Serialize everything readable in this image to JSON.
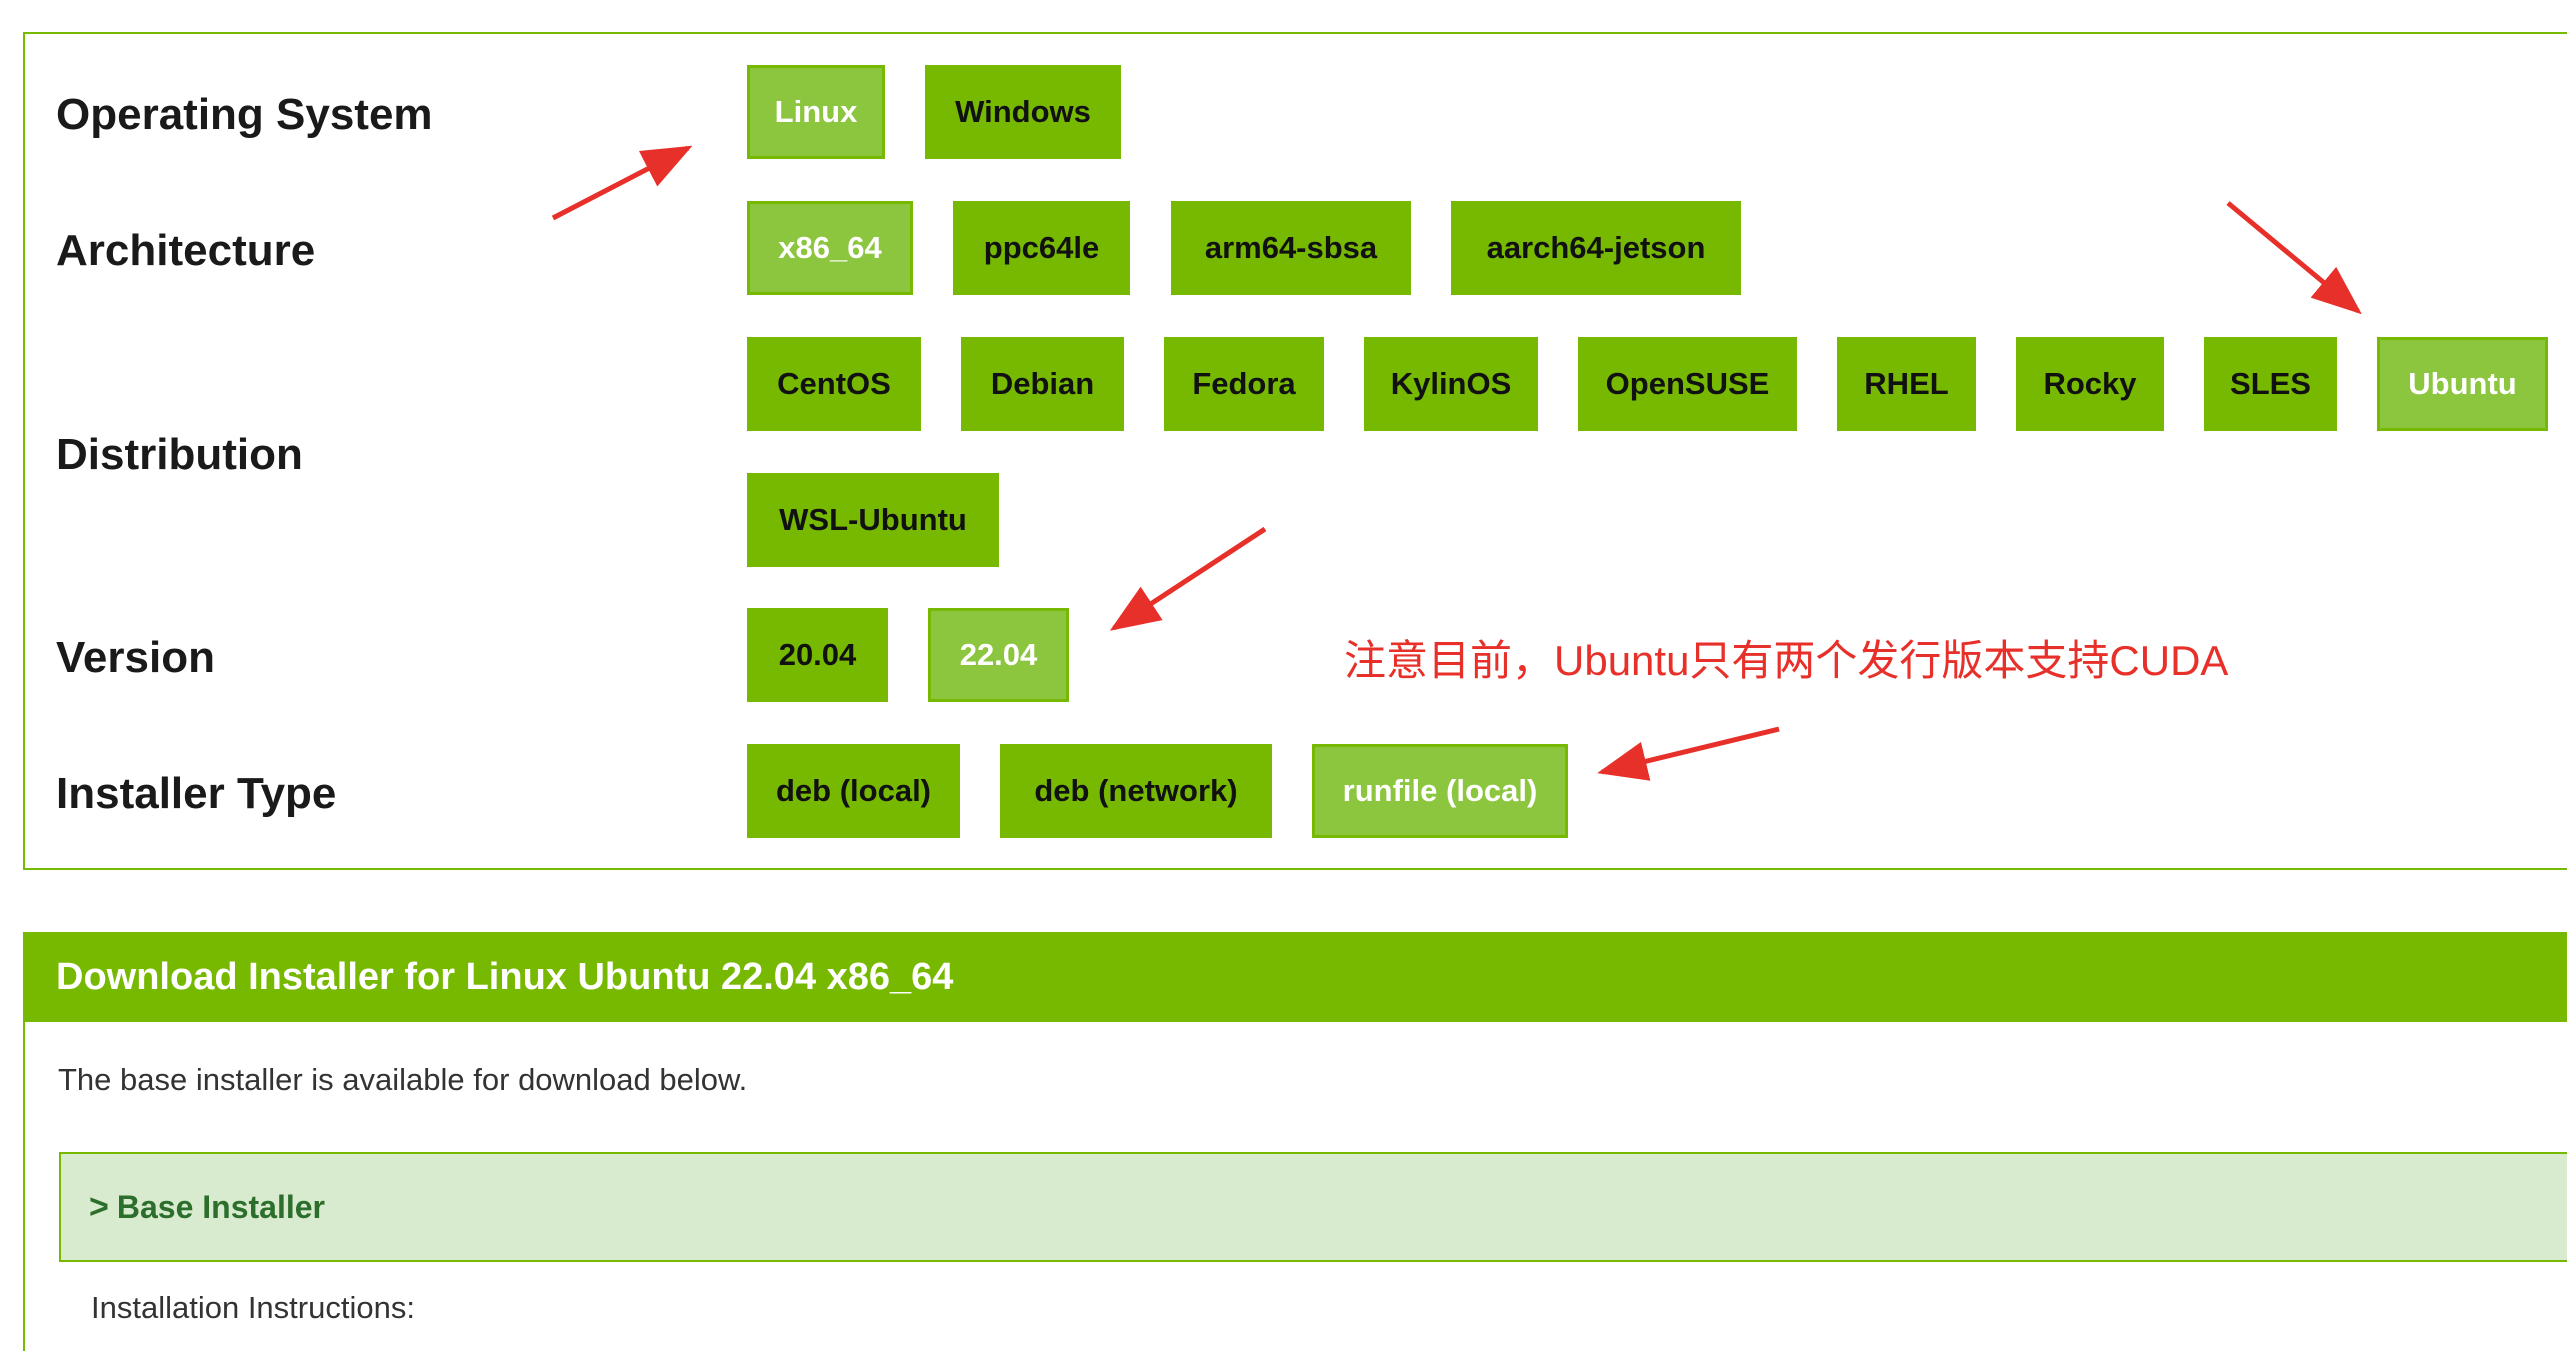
{
  "selector": {
    "os": {
      "label": "Operating System",
      "options": [
        "Linux",
        "Windows"
      ],
      "selected": "Linux"
    },
    "architecture": {
      "label": "Architecture",
      "options": [
        "x86_64",
        "ppc64le",
        "arm64-sbsa",
        "aarch64-jetson"
      ],
      "selected": "x86_64"
    },
    "distribution": {
      "label": "Distribution",
      "options": [
        "CentOS",
        "Debian",
        "Fedora",
        "KylinOS",
        "OpenSUSE",
        "RHEL",
        "Rocky",
        "SLES",
        "Ubuntu",
        "WSL-Ubuntu"
      ],
      "selected": "Ubuntu"
    },
    "version": {
      "label": "Version",
      "options": [
        "20.04",
        "22.04"
      ],
      "selected": "22.04"
    },
    "installer_type": {
      "label": "Installer Type",
      "options": [
        "deb (local)",
        "deb (network)",
        "runfile (local)"
      ],
      "selected": "runfile (local)"
    }
  },
  "annotation": {
    "text": "注意目前，Ubuntu只有两个发行版本支持CUDA",
    "color": "#e8302a"
  },
  "download": {
    "title": "Download Installer for Linux Ubuntu 22.04 x86_64",
    "description": "The base installer is available for download below.",
    "base_installer_label": "Base Installer",
    "instructions_label": "Installation Instructions:"
  },
  "colors": {
    "accent": "#76b900",
    "selected": "#8cc63f",
    "panel_bg": "#d9ebcf",
    "annotation": "#e8302a"
  },
  "icons": {
    "expand": "chevron-right-icon"
  }
}
